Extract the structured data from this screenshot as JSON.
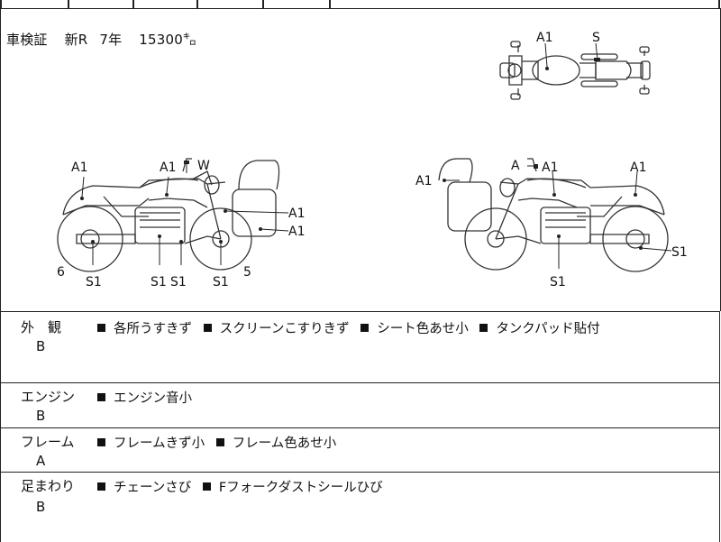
{
  "header": {
    "registration": "車検証",
    "model_code": "新R",
    "year": "7年",
    "mileage": "15300㌔"
  },
  "diagram_labels": {
    "top": [
      "A1",
      "S"
    ],
    "left": [
      "A1",
      "A1",
      "W",
      "A1",
      "A1",
      "6",
      "S1",
      "S1",
      "S1",
      "S1",
      "5"
    ],
    "right": [
      "A1",
      "A",
      "A1",
      "A1",
      "S1",
      "S1"
    ]
  },
  "sections": [
    {
      "label": "外　観",
      "grade": "B",
      "notes": [
        "各所うすきず",
        "スクリーンこすりきず",
        "シート色あせ小",
        "タンクパッド貼付"
      ]
    },
    {
      "label": "エンジン",
      "grade": "B",
      "notes": [
        "エンジン音小"
      ]
    },
    {
      "label": "フレーム",
      "grade": "A",
      "notes": [
        "フレームきず小",
        "フレーム色あせ小"
      ]
    },
    {
      "label": "足まわり",
      "grade": "B",
      "notes": [
        "チェーンさび",
        "Fフォークダストシールひび"
      ]
    }
  ],
  "icons": {
    "note_marker": "black-square-icon"
  }
}
